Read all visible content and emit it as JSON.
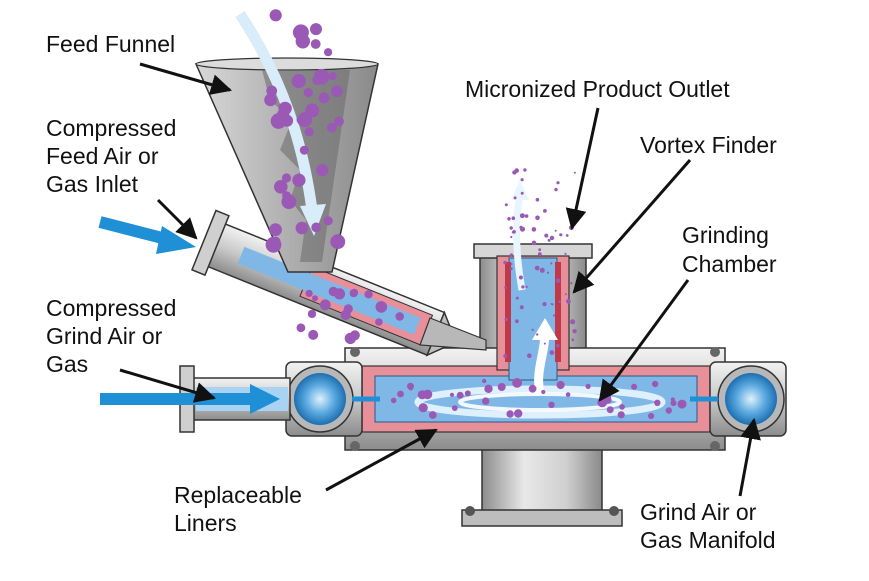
{
  "labels": {
    "feed_funnel": "Feed Funnel",
    "feed_air_1": "Compressed",
    "feed_air_2": "Feed Air or",
    "feed_air_3": "Gas Inlet",
    "grind_air_1": "Compressed",
    "grind_air_2": "Grind Air or",
    "grind_air_3": "Gas",
    "outlet": "Micronized Product Outlet",
    "vortex": "Vortex Finder",
    "chamber_1": "Grinding",
    "chamber_2": "Chamber",
    "liners_1": "Replaceable",
    "liners_2": "Liners",
    "manifold_1": "Grind Air or",
    "manifold_2": "Gas Manifold"
  },
  "colors": {
    "metal_light": "#e6e6e6",
    "metal_mid": "#b8b8b8",
    "metal_dark": "#7a7a7a",
    "liner": "#e8909a",
    "chamber": "#7fb8e6",
    "air_arrow": "#1f8fd6",
    "particle": "#9b59b6",
    "outline": "#222222"
  }
}
